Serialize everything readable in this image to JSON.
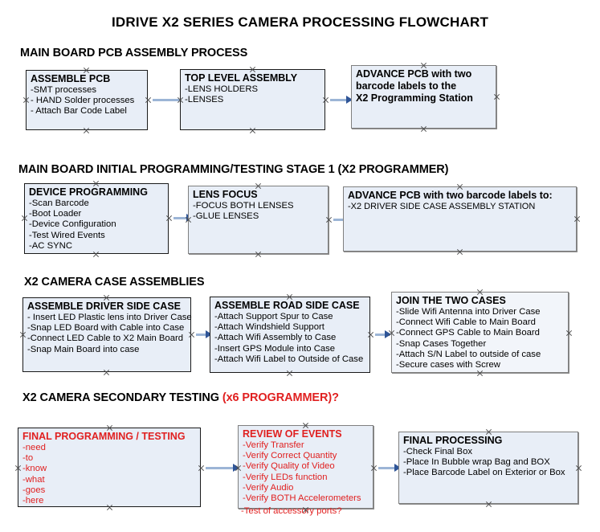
{
  "document": {
    "title": "IDRIVE X2  SERIES CAMERA PROCESSING FLOWCHART"
  },
  "colors": {
    "box_fill": "#e8eef7",
    "box_border": "#1a1a1a",
    "arrow_line": "#9cb5d6",
    "arrow_head": "#2f5597",
    "red_text": "#e02020",
    "page_background": "#ffffff"
  },
  "sections": [
    {
      "heading": "MAIN BOARD PCB ASSEMBLY PROCESS",
      "heading_red": "",
      "boxes": [
        {
          "title": "ASSEMBLE PCB",
          "lines": [
            "-SMT processes",
            "- HAND Solder processes",
            "- Attach Bar Code Label"
          ]
        },
        {
          "title": "TOP LEVEL ASSEMBLY",
          "lines": [
            "-LENS HOLDERS",
            "-LENSES"
          ]
        },
        {
          "title": "ADVANCE PCB with two",
          "lines": [
            "barcode labels to the",
            " X2 Programming Station"
          ]
        }
      ]
    },
    {
      "heading": "MAIN BOARD INITIAL PROGRAMMING/TESTING STAGE 1 (X2 PROGRAMMER)",
      "heading_red": "",
      "boxes": [
        {
          "title": "DEVICE PROGRAMMING",
          "lines": [
            "-Scan Barcode",
            "-Boot Loader",
            "-Device Configuration",
            "-Test Wired Events",
            "-AC SYNC"
          ]
        },
        {
          "title": "LENS FOCUS",
          "lines": [
            "-FOCUS BOTH LENSES",
            "-GLUE LENSES"
          ]
        },
        {
          "title": "ADVANCE PCB with two barcode labels to:",
          "lines": [
            "-X2 DRIVER  SIDE  CASE  ASSEMBLY STATION"
          ]
        }
      ]
    },
    {
      "heading": "X2 CAMERA CASE ASSEMBLIES",
      "heading_red": "",
      "boxes": [
        {
          "title": "ASSEMBLE DRIVER SIDE CASE",
          "lines": [
            "- Insert LED Plastic lens into Driver Case",
            "-Snap LED Board with Cable into Case",
            "-Connect LED Cable to X2 Main Board",
            "-Snap Main Board into case"
          ]
        },
        {
          "title": "ASSEMBLE ROAD SIDE CASE",
          "lines": [
            "-Attach Support Spur to Case",
            "-Attach Windshield Support",
            "-Attach Wifi Assembly to Case",
            "-Insert GPS Module into Case",
            "-Attach Wifi Label to Outside of Case"
          ]
        },
        {
          "title": "JOIN THE TWO CASES",
          "lines": [
            "-Slide Wifi Antenna into Driver Case",
            "-Connect Wifi Cable to Main Board",
            "-Connect GPS Cable to Main Board",
            "-Snap Cases Together",
            "-Attach S/N Label to outside of case",
            "-Secure cases with Screw"
          ]
        }
      ]
    },
    {
      "heading": "X2 CAMERA SECONDARY TESTING ",
      "heading_red": "(x6 PROGRAMMER)?",
      "boxes": [
        {
          "title": "FINAL PROGRAMMING / TESTING",
          "lines": [
            "-need",
            "-to",
            "-know",
            "-what",
            "-goes",
            "-here"
          ]
        },
        {
          "title": "REVIEW OF EVENTS",
          "lines": [
            "-Verify Transfer",
            "-Verify Correct Quantity",
            "-Verify Quality of Video",
            "-Verify LEDs function",
            "-Verify Audio",
            "-Verify BOTH Accelerometers"
          ],
          "overflow_line": "-Test of accessory ports?"
        },
        {
          "title": "FINAL PROCESSING",
          "lines": [
            " -Check Final Box",
            "-Place In Bubble wrap Bag and BOX",
            "-Place Barcode Label on Exterior or Box"
          ]
        }
      ]
    }
  ]
}
